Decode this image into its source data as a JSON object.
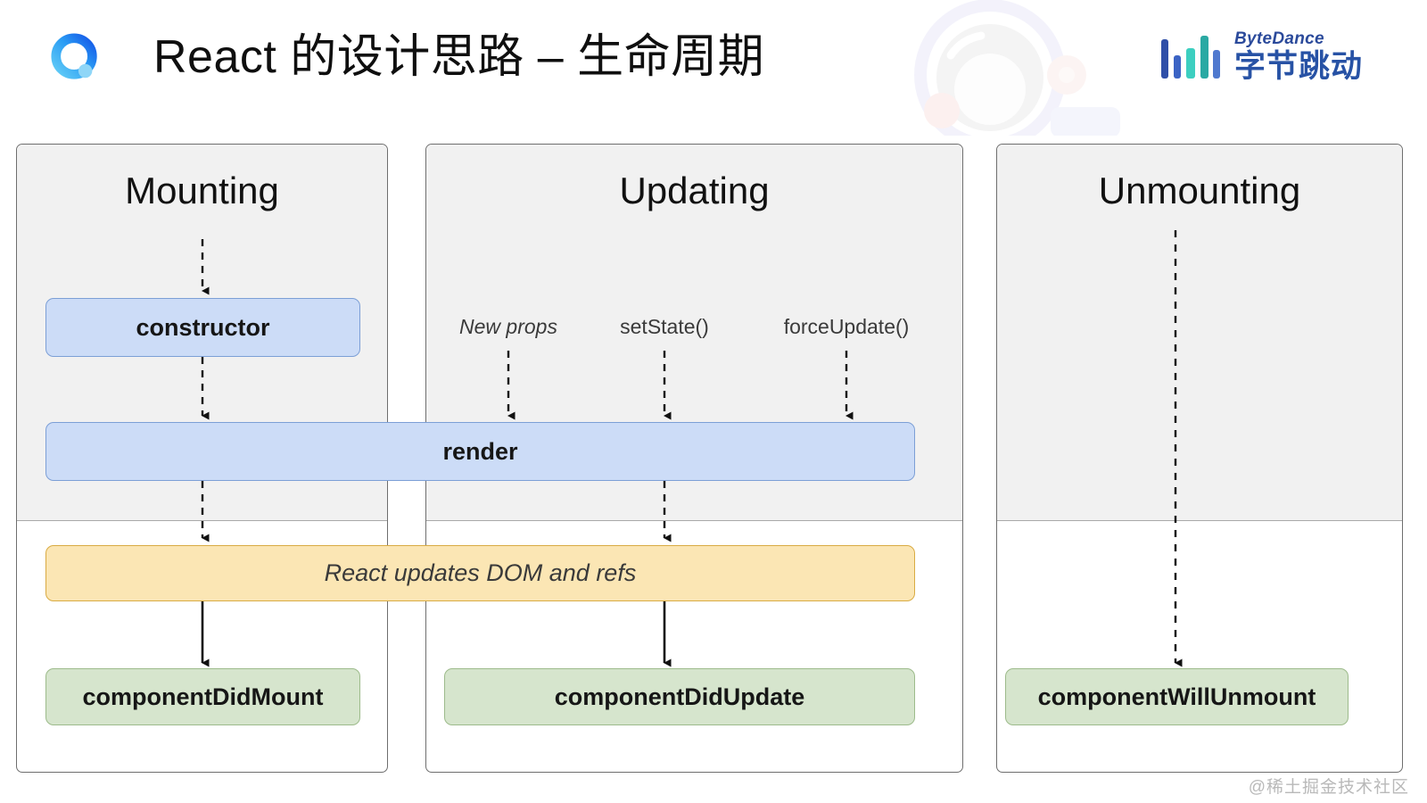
{
  "header": {
    "title": "React 的设计思路 – 生命周期",
    "brand_logo_icon": "react-course-circle-logo",
    "mascot_watermark_icon": "astronaut-mascot-watermark",
    "bytedance": {
      "bars_icon": "bytedance-bars-logo",
      "latin": "ByteDance",
      "chinese": "字节跳动",
      "latin_color": "#2b4a9b",
      "chinese_color": "#2752a5"
    }
  },
  "colors": {
    "panel_border": "#6e6e6e",
    "panel_grey": "#f1f1f1",
    "blue_fill": "#ccdcf7",
    "blue_border": "#7c9fd6",
    "amber_fill": "#fbe6b4",
    "amber_border": "#d9ab43",
    "green_fill": "#d6e5cd",
    "green_border": "#9dbb8b",
    "arrow": "#111111"
  },
  "diagram": {
    "type": "lifecycle-flowchart",
    "phases": [
      {
        "id": "mounting",
        "title": "Mounting"
      },
      {
        "id": "updating",
        "title": "Updating"
      },
      {
        "id": "unmounting",
        "title": "Unmounting"
      }
    ],
    "triggers": [
      {
        "label": "New props",
        "italic": true
      },
      {
        "label": "setState()",
        "italic": false
      },
      {
        "label": "forceUpdate()",
        "italic": false
      }
    ],
    "nodes": [
      {
        "id": "constructor",
        "label": "constructor",
        "kind": "blue"
      },
      {
        "id": "render",
        "label": "render",
        "kind": "blue"
      },
      {
        "id": "react-updates",
        "label": "React updates DOM and refs",
        "kind": "amber"
      },
      {
        "id": "component-did-mount",
        "label": "componentDidMount",
        "kind": "green"
      },
      {
        "id": "component-did-update",
        "label": "componentDidUpdate",
        "kind": "green"
      },
      {
        "id": "component-will-unmount",
        "label": "componentWillUnmount",
        "kind": "green"
      }
    ]
  },
  "watermark": {
    "text": "@稀土掘金技术社区"
  }
}
